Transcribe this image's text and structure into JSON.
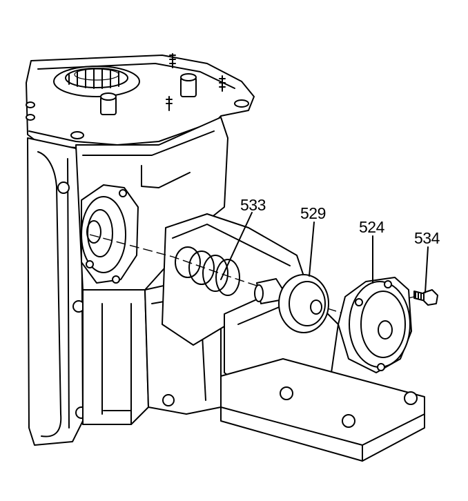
{
  "callouts": [
    {
      "id": "spring",
      "label": "533"
    },
    {
      "id": "piston",
      "label": "529"
    },
    {
      "id": "cover",
      "label": "524"
    },
    {
      "id": "bolt",
      "label": "534"
    }
  ],
  "colors": {
    "ink": "#000000",
    "paper": "#ffffff"
  }
}
